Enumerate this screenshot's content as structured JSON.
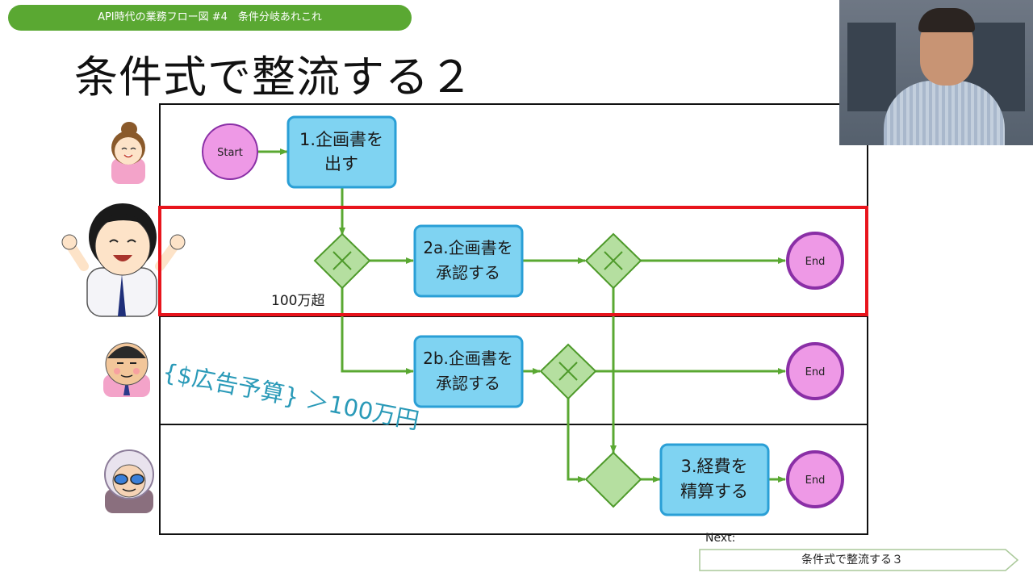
{
  "header": {
    "series_title": "API時代の業務フロー図 #4　条件分岐あれこれ"
  },
  "slide": {
    "title": "条件式で整流する２"
  },
  "diagram": {
    "start_label": "Start",
    "end_labels": [
      "End",
      "End",
      "End"
    ],
    "task_1": [
      "1.企画書を",
      "出す"
    ],
    "task_2a": [
      "2a.企画書を",
      "承認する"
    ],
    "task_2b": [
      "2b.企画書を",
      "承認する"
    ],
    "task_3": [
      "3.経費を",
      "精算する"
    ],
    "branch_label": "100万超",
    "condition_expression": "{$広告予算} ＞100万円"
  },
  "footer": {
    "next_label": "Next:",
    "next_title": "条件式で整流する３"
  },
  "colors": {
    "header_green": "#5aa832",
    "task_fill": "#7fd3f2",
    "task_stroke": "#2a9fd6",
    "start_end_fill": "#ee99e6",
    "start_end_stroke": "#8a2fa6",
    "gateway_fill": "#b5dfa0",
    "gateway_stroke": "#4e9a2a",
    "arrow_green": "#5aa832",
    "highlight_red": "#e8141c",
    "condition_text": "#2a9ab8"
  },
  "icons": [
    "woman-avatar-icon",
    "cheering-man-avatar-icon",
    "bald-man-avatar-icon",
    "elderly-woman-avatar-icon",
    "presenter-webcam"
  ]
}
